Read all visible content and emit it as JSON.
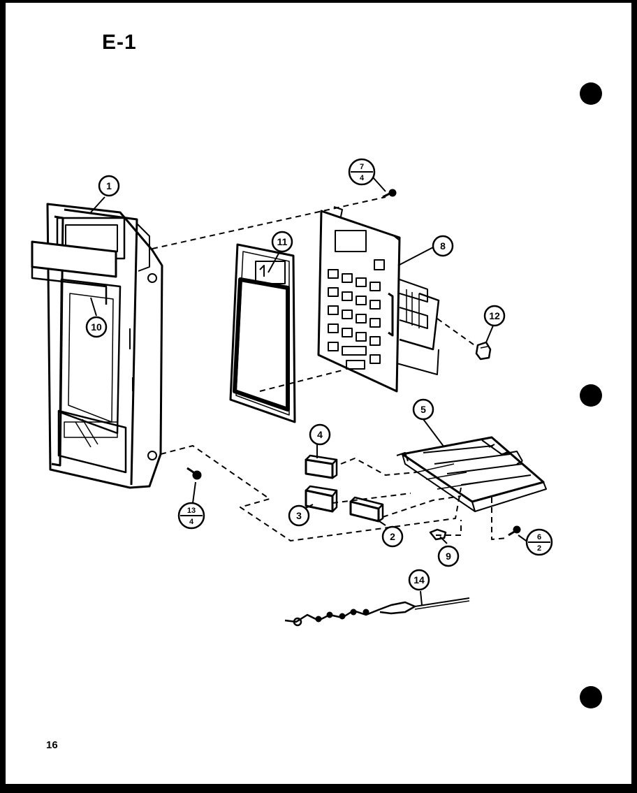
{
  "diagram": {
    "title": "E-1",
    "page_number": "16",
    "callouts": {
      "c1": "1",
      "c2": "2",
      "c3": "3",
      "c4": "4",
      "c5": "5",
      "c8": "8",
      "c9": "9",
      "c10": "10",
      "c11": "11",
      "c12": "12",
      "c14": "14",
      "c7_4_top": "7",
      "c7_4_bottom": "4",
      "c13_4_top": "13",
      "c13_4_bottom": "4",
      "c6_2_top": "6",
      "c6_2_bottom": "2"
    }
  }
}
